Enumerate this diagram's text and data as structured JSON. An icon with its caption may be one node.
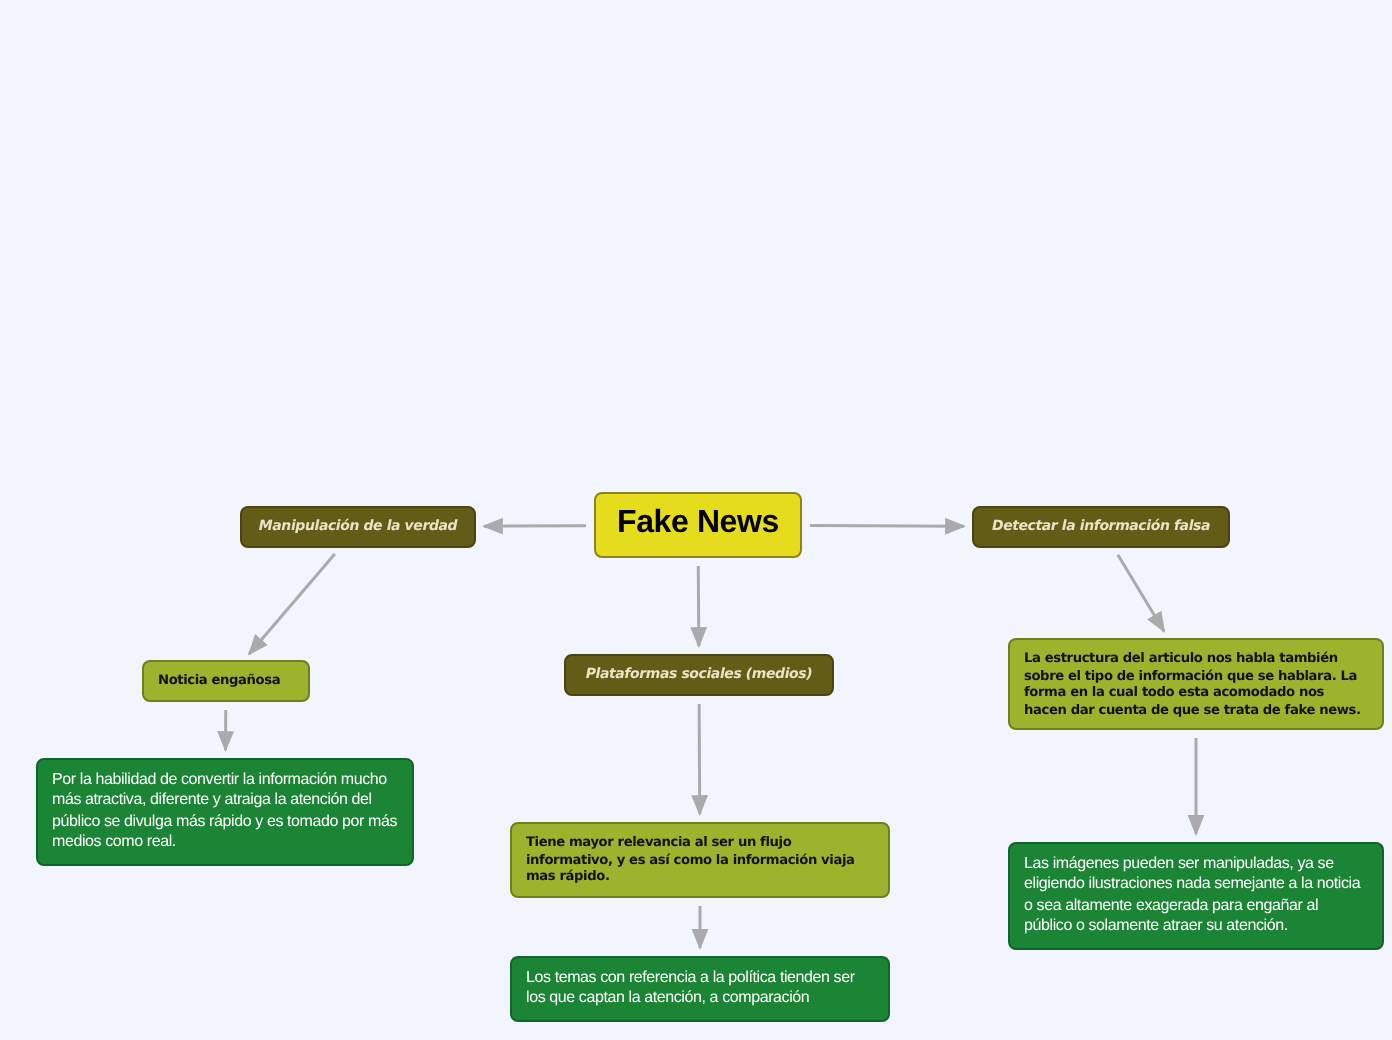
{
  "diagram": {
    "nodes": [
      {
        "text": [
          "Fake News"
        ]
      },
      {
        "text": [
          "Manipulación de la verdad"
        ]
      },
      {
        "text": [
          "Plataformas sociales (medios)"
        ]
      },
      {
        "text": [
          "Detectar la información falsa"
        ]
      },
      {
        "text": [
          "Noticia engañosa"
        ]
      },
      {
        "text": [
          "Por la habilidad de convertir la información mucho más atractiva, diferente y atraiga la atención del público se divulga más rápido y es tomado por más medios como real."
        ]
      },
      {
        "text": [
          "Tiene mayor relevancia al ser un flujo informativo, y es así como la información viaja mas rápido."
        ]
      },
      {
        "text": [
          "Los temas con referencia a la política tienden ser los que captan la atención, a comparación"
        ]
      },
      {
        "text": [
          "La estructura del articulo nos habla también sobre el tipo de información que se hablara. La forma en la cual todo esta acomodado nos hacen dar cuenta de que se trata de fake news."
        ]
      },
      {
        "text": [
          "Las imágenes pueden ser manipuladas, ya se eligiendo ilustraciones nada semejante a la noticia o sea altamente exagerada para engañar al público o solamente atraer su atención."
        ]
      }
    ],
    "edges": [
      {
        "from": 0,
        "to": 1,
        "arrow": "to"
      },
      {
        "from": 0,
        "to": 2,
        "arrow": "to"
      },
      {
        "from": 0,
        "to": 3,
        "arrow": "to"
      },
      {
        "from": 1,
        "to": 4,
        "arrow": "to"
      },
      {
        "from": 4,
        "to": 5,
        "arrow": "to"
      },
      {
        "from": 2,
        "to": 6,
        "arrow": "to"
      },
      {
        "from": 6,
        "to": 7,
        "arrow": "to"
      },
      {
        "from": 3,
        "to": 8,
        "arrow": "to"
      },
      {
        "from": 8,
        "to": 9,
        "arrow": "to"
      }
    ]
  }
}
